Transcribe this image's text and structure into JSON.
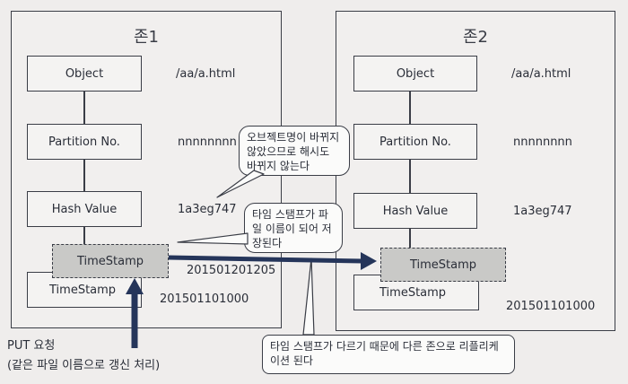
{
  "zone1": {
    "title": "존1",
    "object": {
      "label": "Object",
      "value": "/aa/a.html"
    },
    "partition": {
      "label": "Partition No.",
      "value": "nnnnnnnn"
    },
    "hash": {
      "label": "Hash Value",
      "value": "1a3eg747"
    },
    "timestamp_new": {
      "label": "TimeStamp",
      "value": "201501201205"
    },
    "timestamp_old": {
      "label": "TimeStamp",
      "value": "201501101000"
    }
  },
  "zone2": {
    "title": "존2",
    "object": {
      "label": "Object",
      "value": "/aa/a.html"
    },
    "partition": {
      "label": "Partition No.",
      "value": "nnnnnnnn"
    },
    "hash": {
      "label": "Hash Value",
      "value": "1a3eg747"
    },
    "timestamp_new": {
      "label": "TimeStamp"
    },
    "timestamp_old": {
      "label": "TimeStamp",
      "value": "201501101000"
    }
  },
  "callouts": {
    "hash_unchanged": "오브젝트명이 바뀌지 않았으므로 해시도 바뀌지 않는다",
    "timestamp_saved": "타임 스탬프가 파일 이름이 되어 저장된다",
    "replication": "타임 스탬프가 다르기 때문에 다른 존으로 리플리케이션 된다"
  },
  "put_request": {
    "line1": "PUT 요청",
    "line2": "(같은 파일 이름으로 갱신 처리)"
  }
}
